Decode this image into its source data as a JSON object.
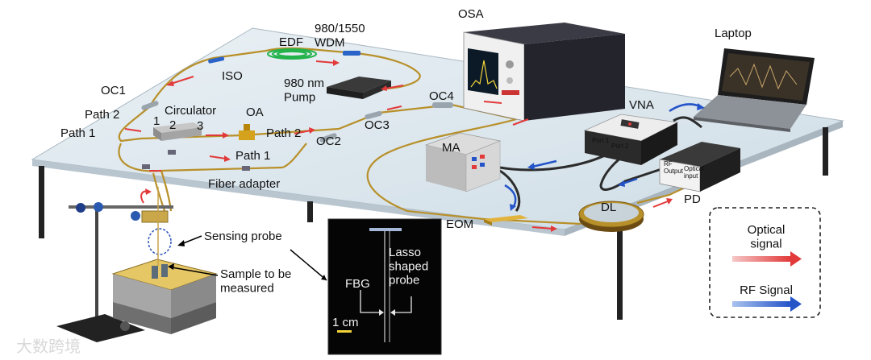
{
  "labels": {
    "osa": "OSA",
    "laptop": "Laptop",
    "edf": "EDF",
    "wdm": "980/1550\nWDM",
    "iso": "ISO",
    "pump": "980 nm\nPump",
    "oc1": "OC1",
    "oc2": "OC2",
    "oc3": "OC3",
    "oc4": "OC4",
    "path2_top": "Path 2",
    "path1_top": "Path 1",
    "circulator": "Circulator",
    "port1": "1",
    "port2": "2",
    "port3": "3",
    "oa": "OA",
    "path2_mid": "Path 2",
    "path1_mid": "Path 1",
    "fiber_adapter": "Fiber adapter",
    "vna": "VNA",
    "vna_port1": "Port 1",
    "vna_port2": "Port 2",
    "ma": "MA",
    "rf_output": "RF\nOutput",
    "optical_input": "Optical\ninput",
    "pd": "PD",
    "dl": "DL",
    "eom": "EOM",
    "sensing_probe": "Sensing probe",
    "sample": "Sample to be\nmeasured",
    "fbg": "FBG",
    "lasso": "Lasso\nshaped\nprobe",
    "scale": "1 cm",
    "watermark": "大数跨境"
  },
  "legend": {
    "optical": "Optical\nsignal",
    "rf": "RF Signal"
  },
  "colors": {
    "optical_arrow": "#e23a3a",
    "rf_arrow": "#2454c8",
    "table": "#d7e3ea",
    "fiber": "#b8902a"
  }
}
